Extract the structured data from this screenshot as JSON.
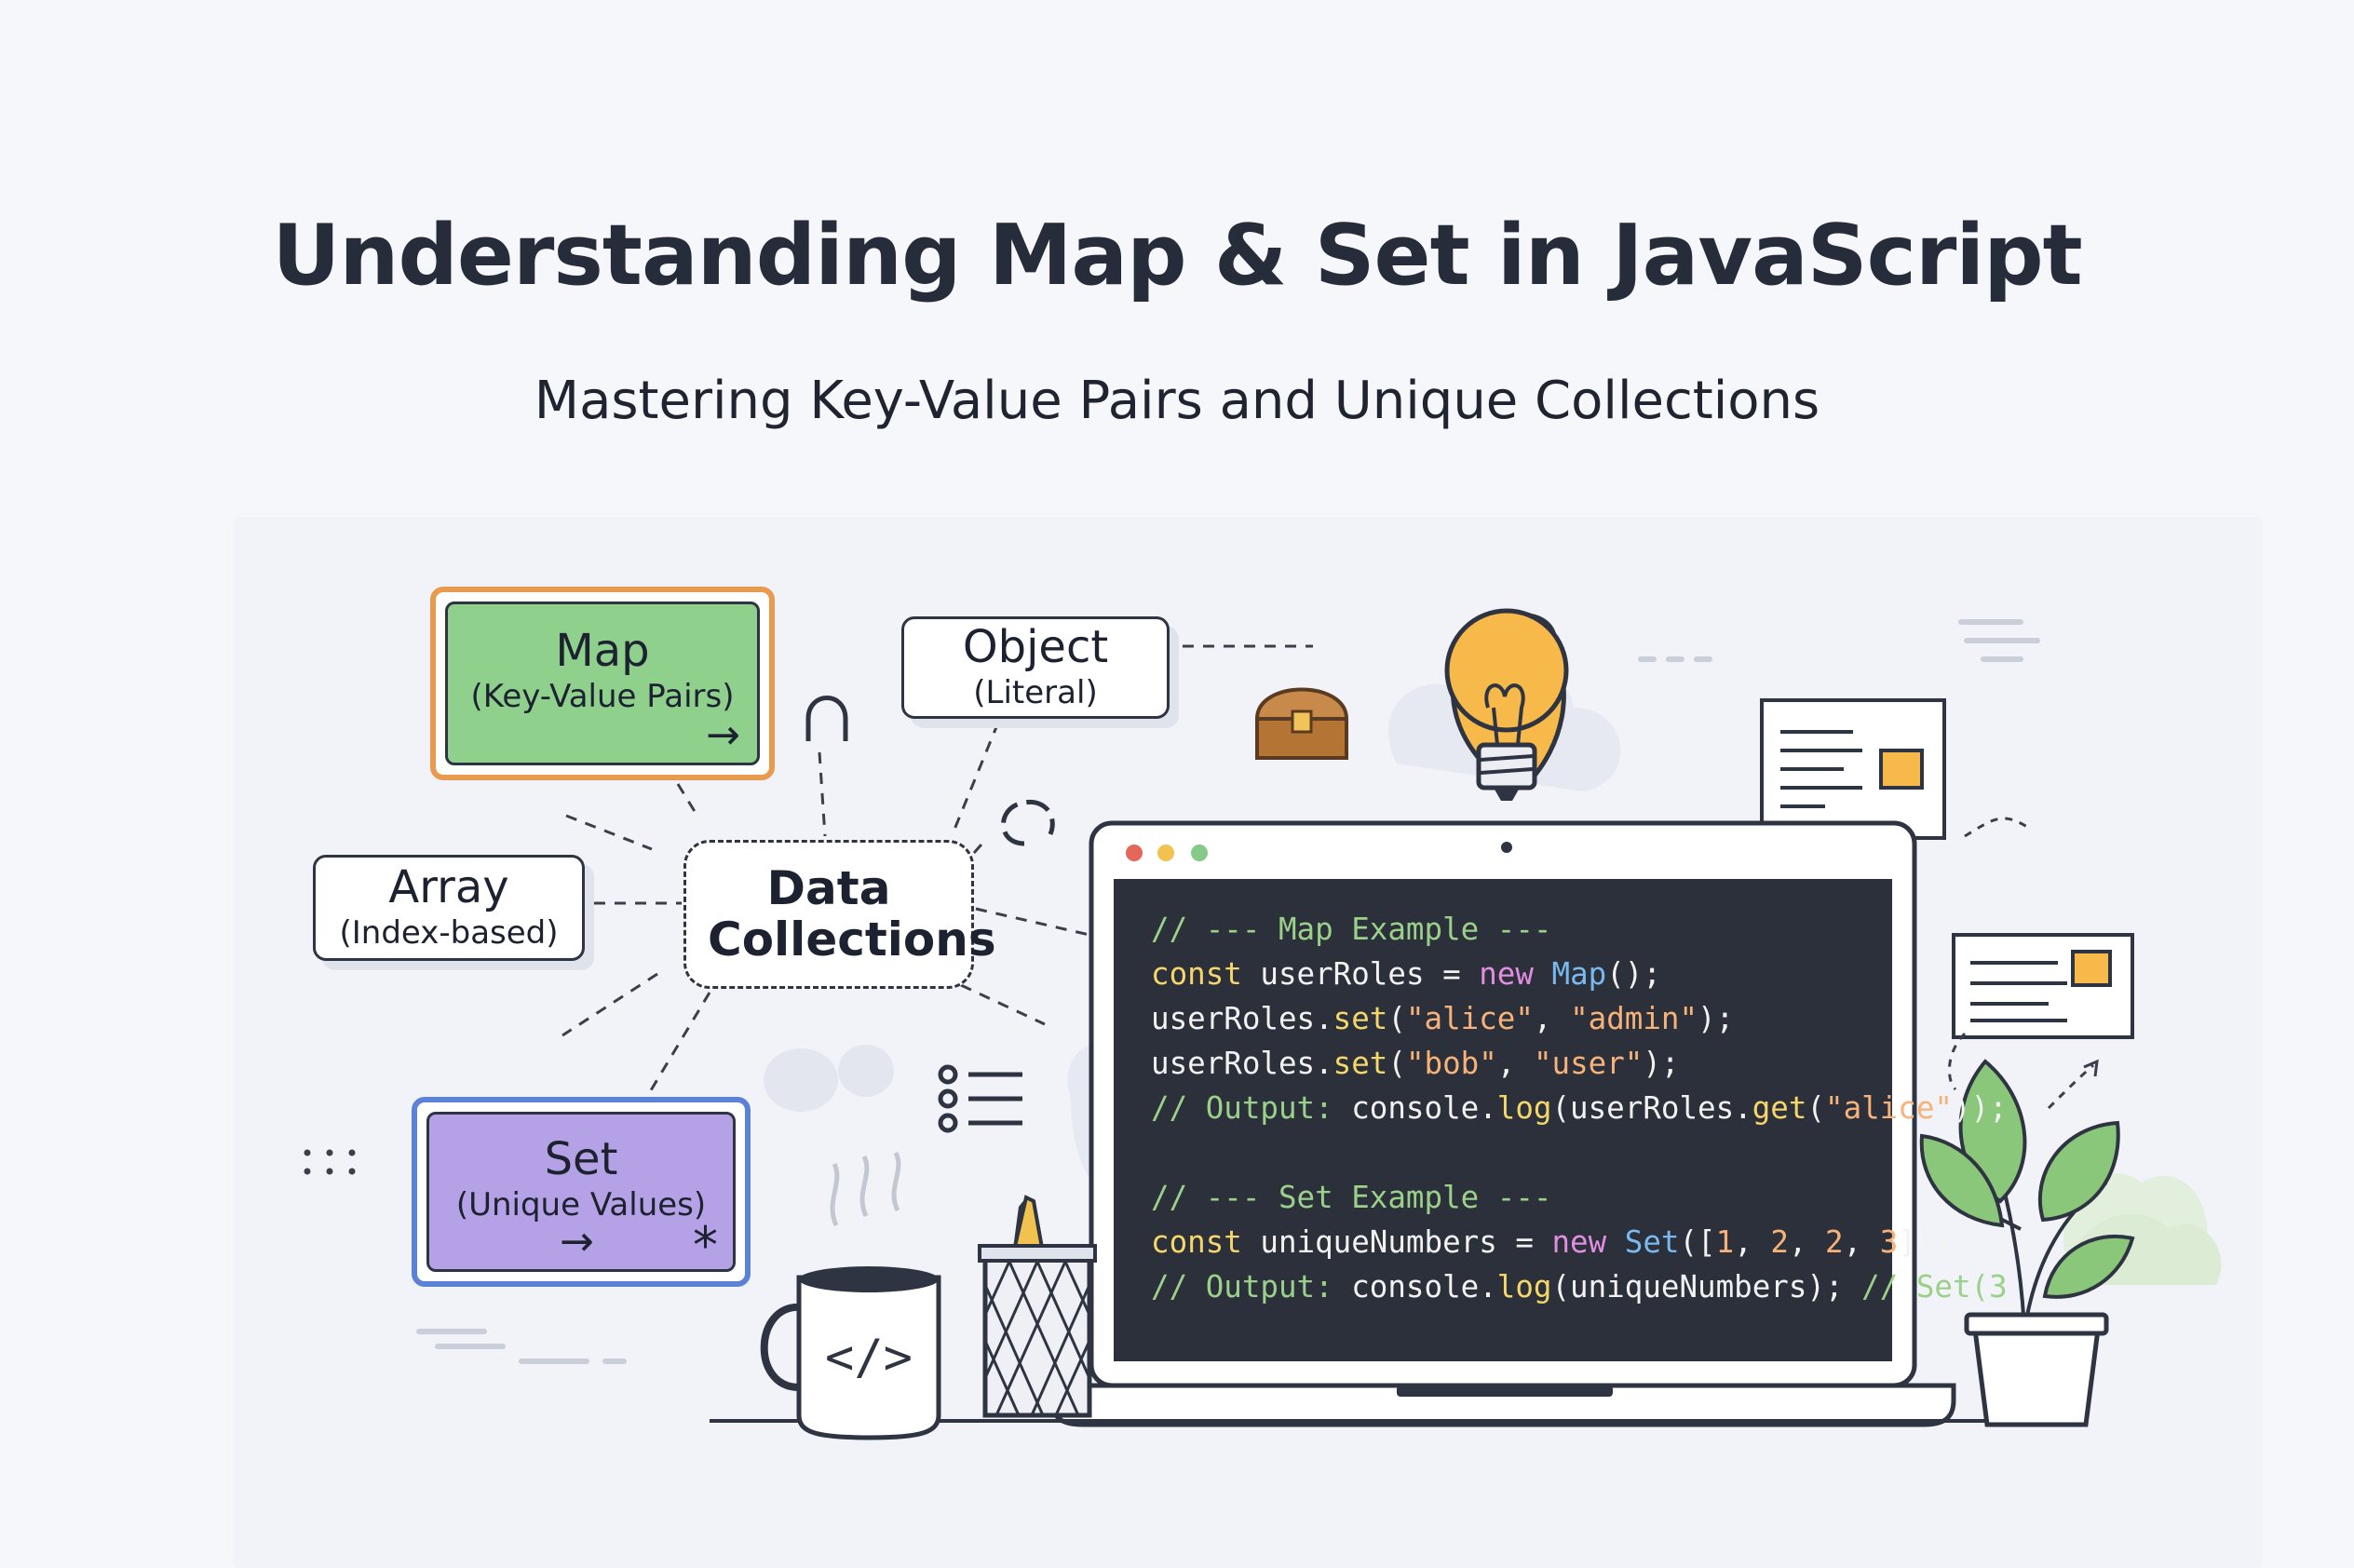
{
  "header": {
    "title": "Understanding Map & Set in JavaScript",
    "subtitle": "Mastering Key-Value Pairs and Unique Collections"
  },
  "diagram": {
    "center": {
      "name": "Data Collections"
    },
    "nodes": [
      {
        "id": "map",
        "name": "Map",
        "desc": "(Key-Value Pairs)",
        "color": "#8fd08c",
        "border": "#e89a4e"
      },
      {
        "id": "object",
        "name": "Object",
        "desc": "(Literal)"
      },
      {
        "id": "array",
        "name": "Array",
        "desc": "(Index-based)"
      },
      {
        "id": "set",
        "name": "Set",
        "desc": "(Unique Values)",
        "color": "#b5a2e6",
        "border": "#5b82d6"
      }
    ]
  },
  "mug": {
    "label": "</>"
  },
  "code": {
    "lines": [
      [
        {
          "t": "// --- Map Example ---",
          "k": "cm"
        }
      ],
      [
        {
          "t": "const",
          "k": "kw"
        },
        {
          "t": " userRoles = ",
          "k": "tx"
        },
        {
          "t": "new",
          "k": "new"
        },
        {
          "t": " ",
          "k": "tx"
        },
        {
          "t": "Map",
          "k": "cls"
        },
        {
          "t": "();",
          "k": "tx"
        }
      ],
      [
        {
          "t": "userRoles.",
          "k": "tx"
        },
        {
          "t": "set",
          "k": "fn"
        },
        {
          "t": "(",
          "k": "tx"
        },
        {
          "t": "\"alice\"",
          "k": "str"
        },
        {
          "t": ", ",
          "k": "tx"
        },
        {
          "t": "\"admin\"",
          "k": "str"
        },
        {
          "t": ");",
          "k": "tx"
        }
      ],
      [
        {
          "t": "userRoles.",
          "k": "tx"
        },
        {
          "t": "set",
          "k": "fn"
        },
        {
          "t": "(",
          "k": "tx"
        },
        {
          "t": "\"bob\"",
          "k": "str"
        },
        {
          "t": ", ",
          "k": "tx"
        },
        {
          "t": "\"user\"",
          "k": "str"
        },
        {
          "t": ");",
          "k": "tx"
        }
      ],
      [
        {
          "t": "// Output: ",
          "k": "cm"
        },
        {
          "t": "console.",
          "k": "tx"
        },
        {
          "t": "log",
          "k": "fn"
        },
        {
          "t": "(userRoles.",
          "k": "tx"
        },
        {
          "t": "get",
          "k": "fn"
        },
        {
          "t": "(",
          "k": "tx"
        },
        {
          "t": "\"alice\"",
          "k": "str"
        },
        {
          "t": "));",
          "k": "tx"
        }
      ],
      [
        {
          "t": "",
          "k": "tx"
        }
      ],
      [
        {
          "t": "// --- Set Example ---",
          "k": "cm"
        }
      ],
      [
        {
          "t": "const",
          "k": "kw"
        },
        {
          "t": " uniqueNumbers = ",
          "k": "tx"
        },
        {
          "t": "new",
          "k": "new"
        },
        {
          "t": " ",
          "k": "tx"
        },
        {
          "t": "Set",
          "k": "cls"
        },
        {
          "t": "([",
          "k": "tx"
        },
        {
          "t": "1",
          "k": "num"
        },
        {
          "t": ", ",
          "k": "tx"
        },
        {
          "t": "2",
          "k": "num"
        },
        {
          "t": ", ",
          "k": "tx"
        },
        {
          "t": "2",
          "k": "num"
        },
        {
          "t": ", ",
          "k": "tx"
        },
        {
          "t": "3",
          "k": "num"
        },
        {
          "t": "]);",
          "k": "tx"
        }
      ],
      [
        {
          "t": "// Output: ",
          "k": "cm"
        },
        {
          "t": "console.",
          "k": "tx"
        },
        {
          "t": "log",
          "k": "fn"
        },
        {
          "t": "(uniqueNumbers); ",
          "k": "tx"
        },
        {
          "t": "// Set(3",
          "k": "cm"
        }
      ]
    ]
  },
  "colors": {
    "map_fill": "#8fd08c",
    "map_border": "#e89a4e",
    "set_fill": "#b5a2e6",
    "set_border": "#5b82d6",
    "screen": "#2c303a",
    "bulb": "#f6b94a",
    "accent_square": "#f6b94a",
    "plant": "#8ac77a"
  },
  "icons": [
    "magnet-icon",
    "treasure-chest-icon",
    "lightbulb-icon",
    "list-icon",
    "loop-icon",
    "document-card-icon",
    "pencil-cup-icon",
    "mug-icon",
    "plant-icon",
    "arrow-right-icon",
    "asterisk-icon"
  ]
}
